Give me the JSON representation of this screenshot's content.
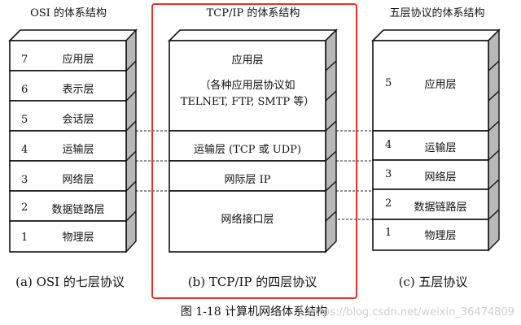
{
  "titles": {
    "osi": "OSI 的体系结构",
    "tcpip": "TCP/IP 的体系结构",
    "five": "五层协议的体系结构"
  },
  "osi_layers": [
    {
      "num": "7",
      "name": "应用层"
    },
    {
      "num": "6",
      "name": "表示层"
    },
    {
      "num": "5",
      "name": "会话层"
    },
    {
      "num": "4",
      "name": "运输层"
    },
    {
      "num": "3",
      "name": "网络层"
    },
    {
      "num": "2",
      "name": "数据链路层"
    },
    {
      "num": "1",
      "name": "物理层"
    }
  ],
  "tcpip_layers": {
    "application": "应用层",
    "application_note_1": "（各种应用层协议如",
    "application_note_2": "TELNET, FTP, SMTP 等）",
    "transport": "运输层 (TCP 或 UDP)",
    "internet": "网际层 IP",
    "network_interface": "网络接口层"
  },
  "five_layers": [
    {
      "num": "5",
      "name": "应用层"
    },
    {
      "num": "4",
      "name": "运输层"
    },
    {
      "num": "3",
      "name": "网络层"
    },
    {
      "num": "2",
      "name": "数据链路层"
    },
    {
      "num": "1",
      "name": "物理层"
    }
  ],
  "captions": {
    "a": "(a) OSI 的七层协议",
    "b": "(b) TCP/IP 的四层协议",
    "c": "(c)  五层协议"
  },
  "figure_caption": "图 1-18    计算机网络体系结构",
  "watermark": "https://blog.csdn.net/weixin_36474809",
  "colors": {
    "highlight": "#e8302a"
  }
}
